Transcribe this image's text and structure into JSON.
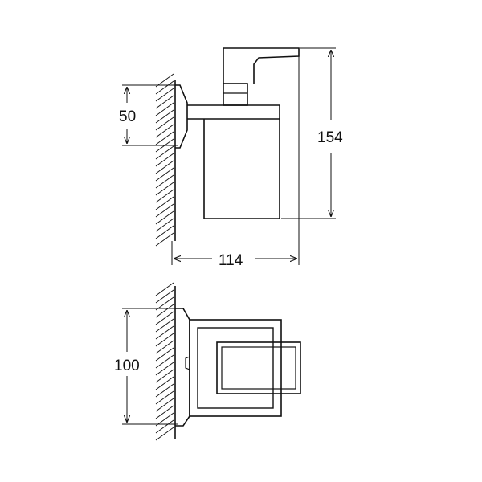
{
  "drawing": {
    "side_view": {
      "dim_height_total": "154",
      "dim_mount_height": "50",
      "dim_depth": "114"
    },
    "top_view": {
      "dim_plate_height": "100"
    }
  }
}
